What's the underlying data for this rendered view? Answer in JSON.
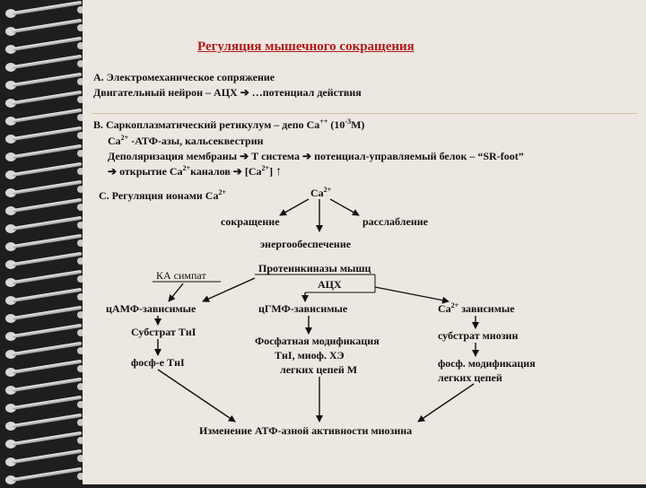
{
  "title": "Регуляция мышечного сокращения",
  "section_a": {
    "line1": "А. Электромеханическое сопряжение",
    "line2": "Двигательный нейрон – АЦХ",
    "line2_tail": " …потенциал действия"
  },
  "section_b": {
    "line1": "В. Саркоплазматический ретикулум – депо Са",
    "line1_sup": "++",
    "line1_tail": " (10",
    "line1_exp": "-3",
    "line1_end": "М)",
    "line2": "Са",
    "line2_sup": "2+",
    "line2_tail": " -АТФ-азы, кальсеквестрин",
    "line3_a": "Деполяризация мембраны",
    "line3_b": " Т система",
    "line3_c": " потенциал-управляемый белок – “SR-foot”",
    "line4_a": " открытие Са",
    "line4_sup": "2+",
    "line4_b": "каналов",
    "line4_c": " [Са",
    "line4_sup2": "2+",
    "line4_d": "]"
  },
  "section_c": {
    "label": "С. Регуляция ионами Са",
    "label_sup": "2+",
    "ca_top": "Са",
    "ca_top_sup": "2+",
    "contraction": "сокращение",
    "relaxation": "расслабление",
    "energy": "энергообеспечение"
  },
  "diagram": {
    "ka_label": "КА симпат",
    "pk_line1": "Протеинкиназы мышц",
    "pk_line2": "АЦХ",
    "camp": "цАМФ-зависимые",
    "cgmp": "цГМФ-зависимые",
    "ca_dep": "Са",
    "ca_dep_sup": "2+",
    "ca_dep_tail": " зависимые",
    "substrate_tni": "Субстрат ТнI",
    "phos_tni": "фосф-е ТнI",
    "phos_mod_1": "Фосфатная модификация",
    "phos_mod_2": "ТнI, миоф. ХЭ",
    "phos_mod_3": "легких цепей М",
    "substrate_myosin": "субстрат миозин",
    "phos_mod_lc_1": "фосф. модификация",
    "phos_mod_lc_2": "легких цепей",
    "result": "Изменение АТФ-азной активности миозина"
  },
  "colors": {
    "title": "#b01818",
    "page_bg": "#ece7e0",
    "text": "#111111"
  }
}
